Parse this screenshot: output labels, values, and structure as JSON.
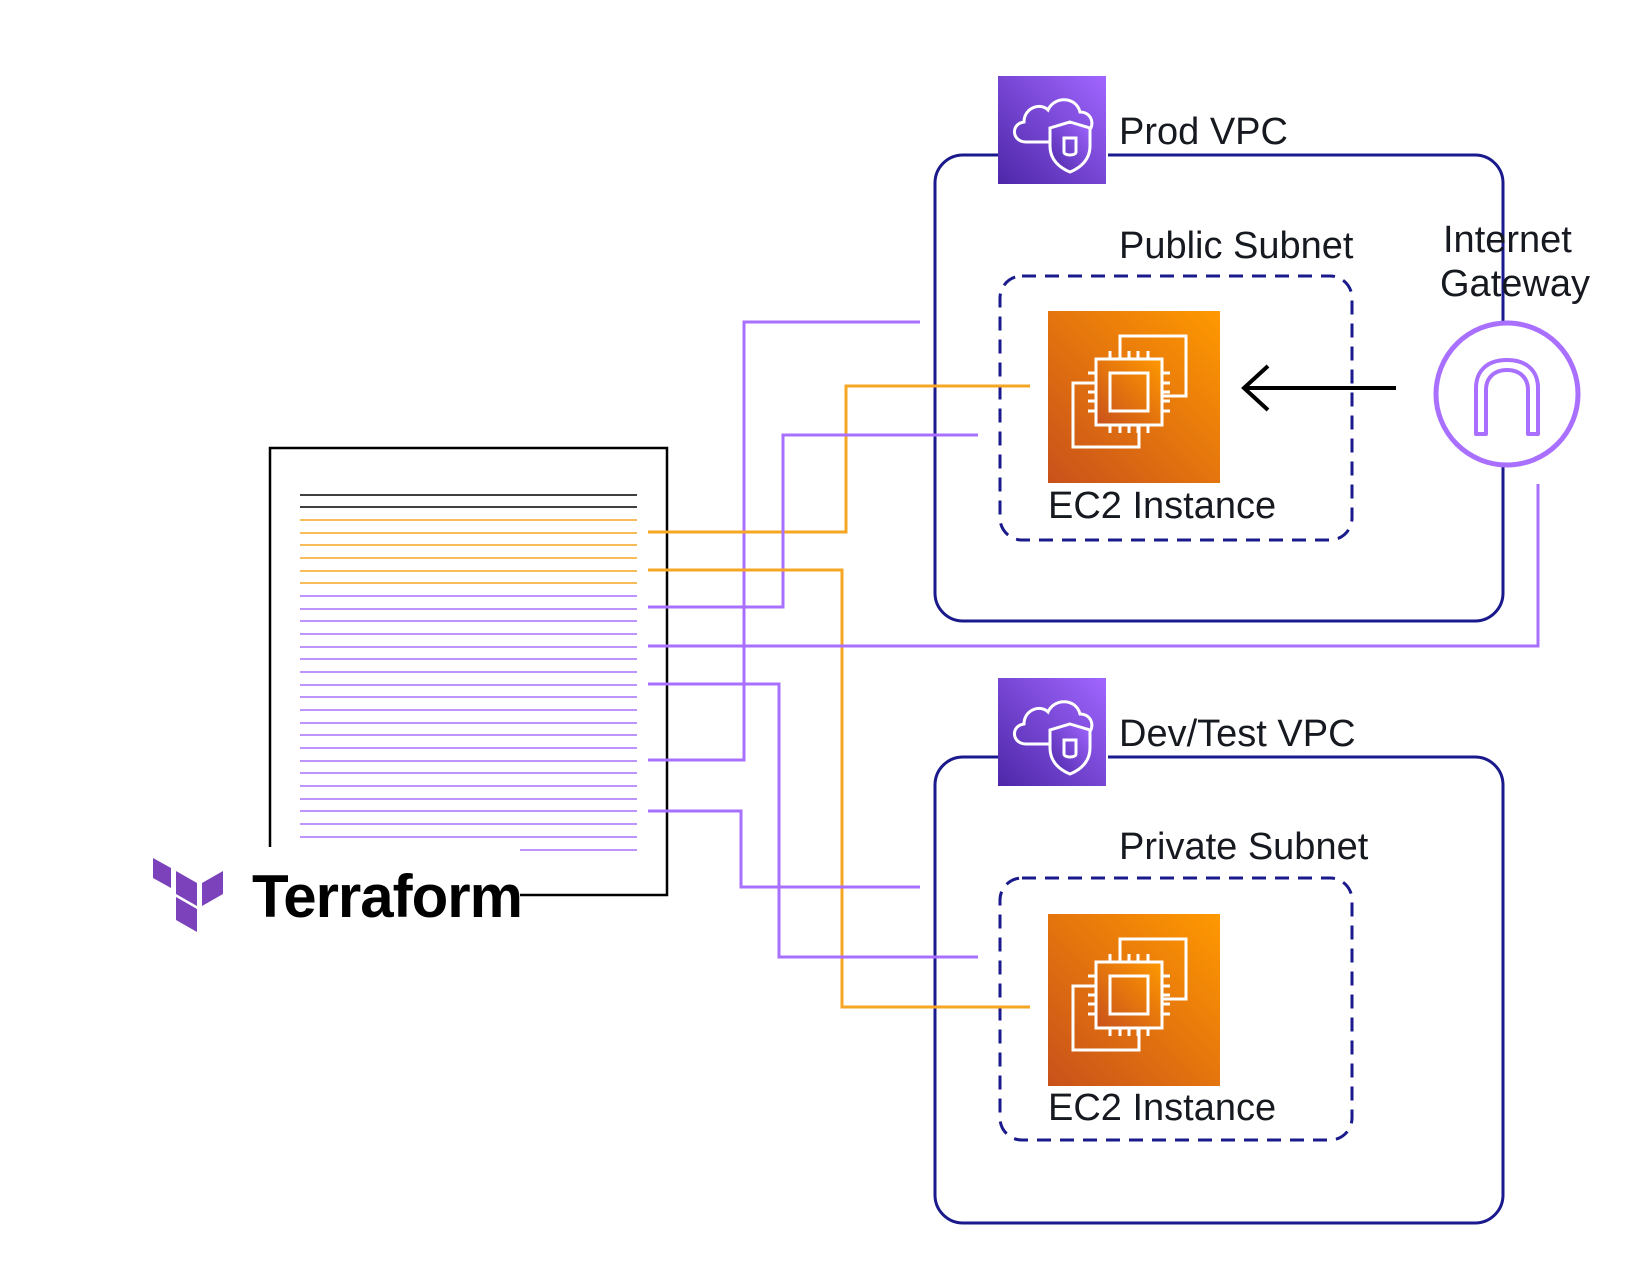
{
  "terraform": {
    "wordmark": "Terraform"
  },
  "prod_vpc": {
    "label": "Prod VPC",
    "subnet": {
      "label": "Public Subnet",
      "instance_label": "EC2 Instance"
    }
  },
  "devtest_vpc": {
    "label": "Dev/Test VPC",
    "subnet": {
      "label": "Private Subnet",
      "instance_label": "EC2 Instance"
    }
  },
  "internet_gateway": {
    "label_line1": "Internet",
    "label_line2": "Gateway"
  },
  "icons": [
    "vpc-icon",
    "ec2-instance-icon",
    "internet-gateway-icon",
    "terraform-logo-icon"
  ],
  "colors": {
    "vpc_border": "#1a1a8c",
    "connector_orange": "#f5a623",
    "connector_purple": "#a970ff",
    "ec2_gradient_start": "#c8511b",
    "ec2_gradient_end": "#ff9900",
    "vpc_icon_start": "#4d27a8",
    "vpc_icon_end": "#a166ff",
    "terraform_purple": "#7b42bc"
  }
}
